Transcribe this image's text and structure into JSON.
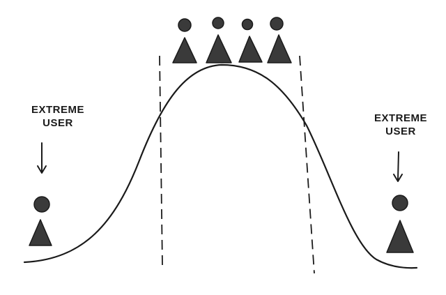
{
  "labels": {
    "left": {
      "line1": "EXTREME",
      "line2": "USER"
    },
    "right": {
      "line1": "EXTREME",
      "line2": "USER"
    }
  },
  "icons": {
    "person": "person-icon",
    "arrow": "arrow-down-icon"
  },
  "colors": {
    "ink": "#1a1a1a",
    "fill": "#3a3a3a",
    "background": "#ffffff"
  }
}
